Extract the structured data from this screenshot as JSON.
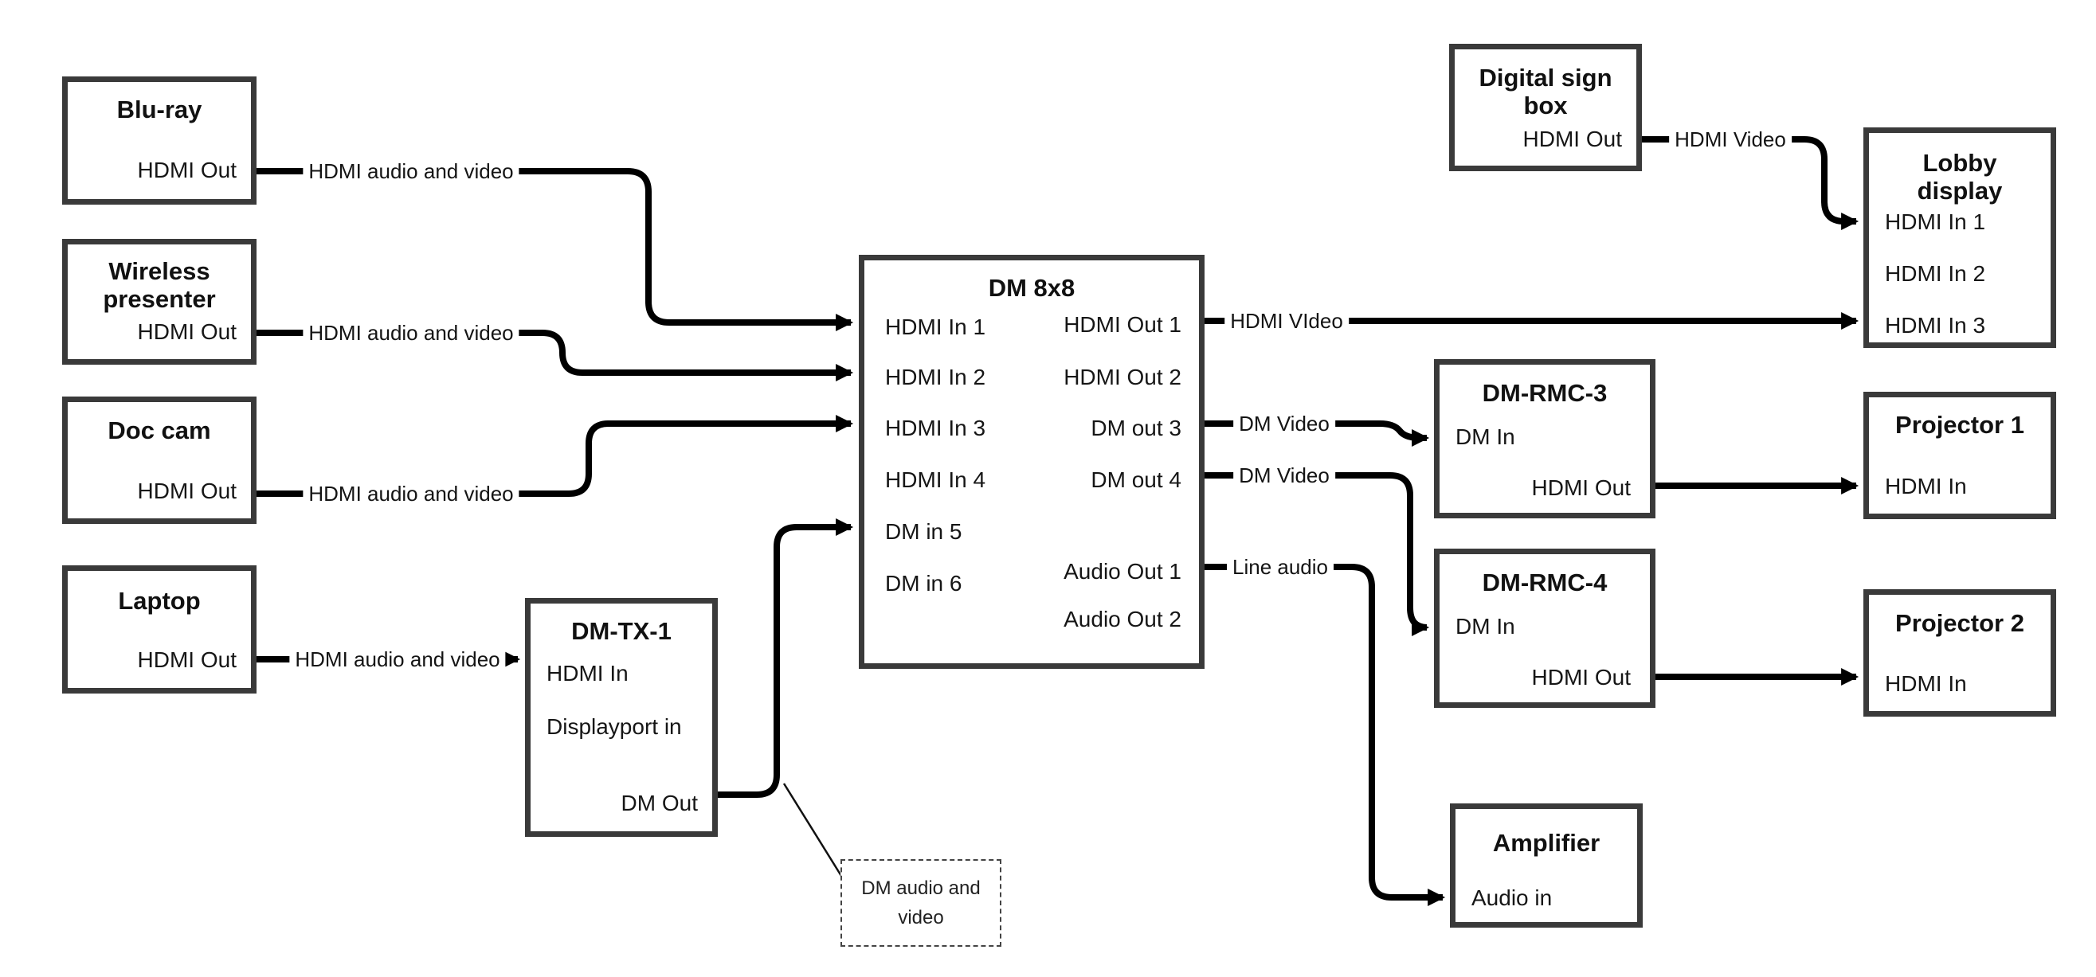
{
  "colors": {
    "box_border": "#3a3a3a",
    "cable": "#000000",
    "background": "#ffffff"
  },
  "nodes": {
    "bluray": {
      "title": "Blu-ray",
      "hdmi_out": "HDMI Out"
    },
    "wireless": {
      "title_line1": "Wireless",
      "title_line2": "presenter",
      "hdmi_out": "HDMI Out"
    },
    "doccam": {
      "title": "Doc cam",
      "hdmi_out": "HDMI Out"
    },
    "laptop": {
      "title": "Laptop",
      "hdmi_out": "HDMI Out"
    },
    "dmtx1": {
      "title": "DM-TX-1",
      "hdmi_in": "HDMI In",
      "displayport_in": "Displayport in",
      "dm_out": "DM Out"
    },
    "dm8x8": {
      "title": "DM 8x8",
      "hdmi_in_1": "HDMI In 1",
      "hdmi_in_2": "HDMI In 2",
      "hdmi_in_3": "HDMI In 3",
      "hdmi_in_4": "HDMI In 4",
      "dm_in_5": "DM in 5",
      "dm_in_6": "DM in 6",
      "hdmi_out_1": "HDMI Out 1",
      "hdmi_out_2": "HDMI Out 2",
      "dm_out_3": "DM out 3",
      "dm_out_4": "DM out 4",
      "audio_out_1": "Audio Out 1",
      "audio_out_2": "Audio Out 2"
    },
    "digital_sign": {
      "title_line1": "Digital sign",
      "title_line2": "box",
      "hdmi_out": "HDMI Out"
    },
    "lobby": {
      "title_line1": "Lobby",
      "title_line2": "display",
      "hdmi_in_1": "HDMI In 1",
      "hdmi_in_2": "HDMI In 2",
      "hdmi_in_3": "HDMI In 3"
    },
    "dmrmc3": {
      "title": "DM-RMC-3",
      "dm_in": "DM In",
      "hdmi_out": "HDMI Out"
    },
    "projector1": {
      "title": "Projector 1",
      "hdmi_in": "HDMI In"
    },
    "dmrmc4": {
      "title": "DM-RMC-4",
      "dm_in": "DM In",
      "hdmi_out": "HDMI Out"
    },
    "projector2": {
      "title": "Projector 2",
      "hdmi_in": "HDMI In"
    },
    "amplifier": {
      "title": "Amplifier",
      "audio_in": "Audio in"
    }
  },
  "edge_labels": {
    "bluray_to_dm8x8": "HDMI audio and video",
    "wireless_to_dm8x8": "HDMI audio and video",
    "doccam_to_dm8x8": "HDMI audio and video",
    "laptop_to_dmtx1": "HDMI audio and video",
    "hdmi_out1_video": "HDMI VIdeo",
    "dm_out3_video": "DM Video",
    "dm_out4_video": "DM Video",
    "audio_out1_line": "Line audio",
    "digital_sign_to_lobby": "HDMI Video"
  },
  "note": {
    "line1": "DM audio and",
    "line2": "video"
  }
}
